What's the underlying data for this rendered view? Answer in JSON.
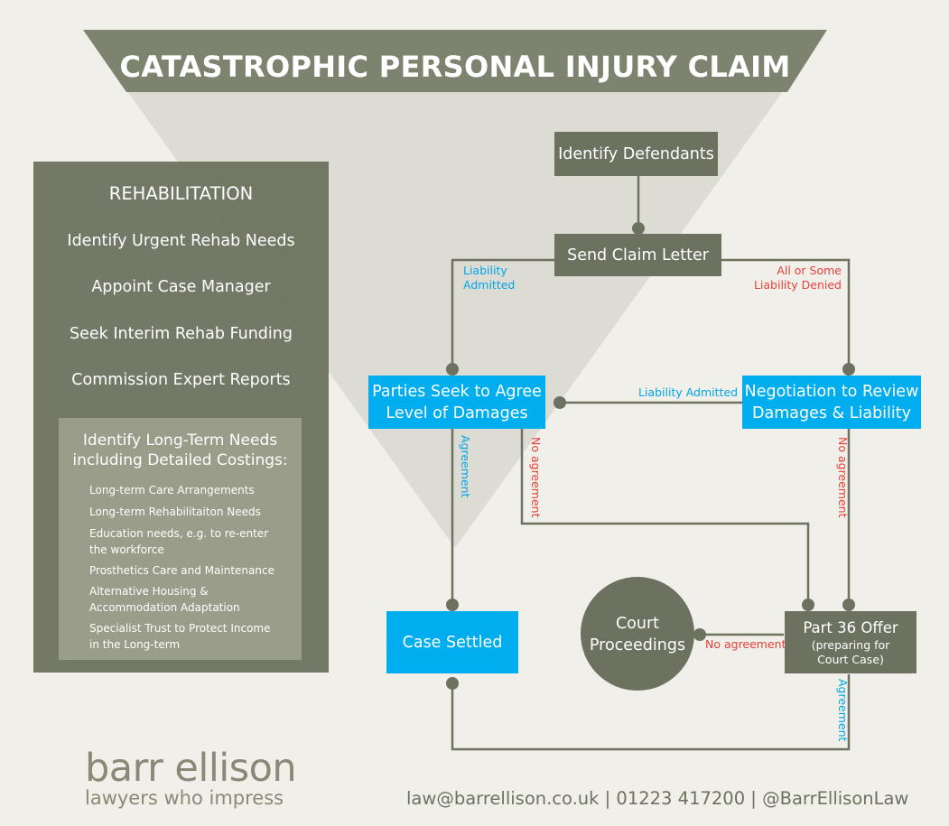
{
  "title": "CATASTROPHIC PERSONAL INJURY CLAIM",
  "rehabilitation": {
    "heading": "REHABILITATION",
    "steps": [
      "Identify Urgent Rehab Needs",
      "Appoint Case Manager",
      "Seek Interim Rehab Funding",
      "Commission Expert Reports"
    ],
    "long_term": {
      "title_line1": "Identify Long-Term Needs",
      "title_line2": "including Detailed Costings:",
      "items": [
        "Long-term Care Arrangements",
        "Long-term Rehabilitaiton Needs",
        "Education needs, e.g. to re-enter the workforce",
        "Prosthetics Care and Maintenance",
        "Alternative Housing & Accommodation Adaptation",
        "Specialist Trust to Protect Income in the Long-term"
      ]
    }
  },
  "flow": {
    "identify_defendants": "Identify Defendants",
    "send_claim_letter": "Send Claim Letter",
    "parties_agree_line1": "Parties Seek to Agree",
    "parties_agree_line2": "Level of Damages",
    "negotiation_line1": "Negotiation to Review",
    "negotiation_line2": "Damages & Liability",
    "case_settled": "Case Settled",
    "court_line1": "Court",
    "court_line2": "Proceedings",
    "part36_line1": "Part 36 Offer",
    "part36_line2": "(preparing for",
    "part36_line3": "Court Case)"
  },
  "labels": {
    "liability_admitted_line1": "Liability",
    "liability_admitted_line2": "Admitted",
    "denied_line1": "All or Some",
    "denied_line2": "Liability Denied",
    "liability_admitted_mid": "Liability Admitted",
    "agreement_left": "Agreement",
    "no_agreement_left": "No agreement",
    "no_agreement_right": "No agreement",
    "no_agreement_court": "No agreement",
    "agreement_bottom": "Agreement"
  },
  "footer": {
    "brand": "barr ellison",
    "tagline": "lawyers who impress",
    "contact": "law@barrellison.co.uk | 01223 417200 | @BarrEllisonLaw"
  },
  "colors": {
    "olive": "#6d7260",
    "blue": "#00aeef",
    "red": "#e8413a",
    "background": "#f1efe9"
  }
}
